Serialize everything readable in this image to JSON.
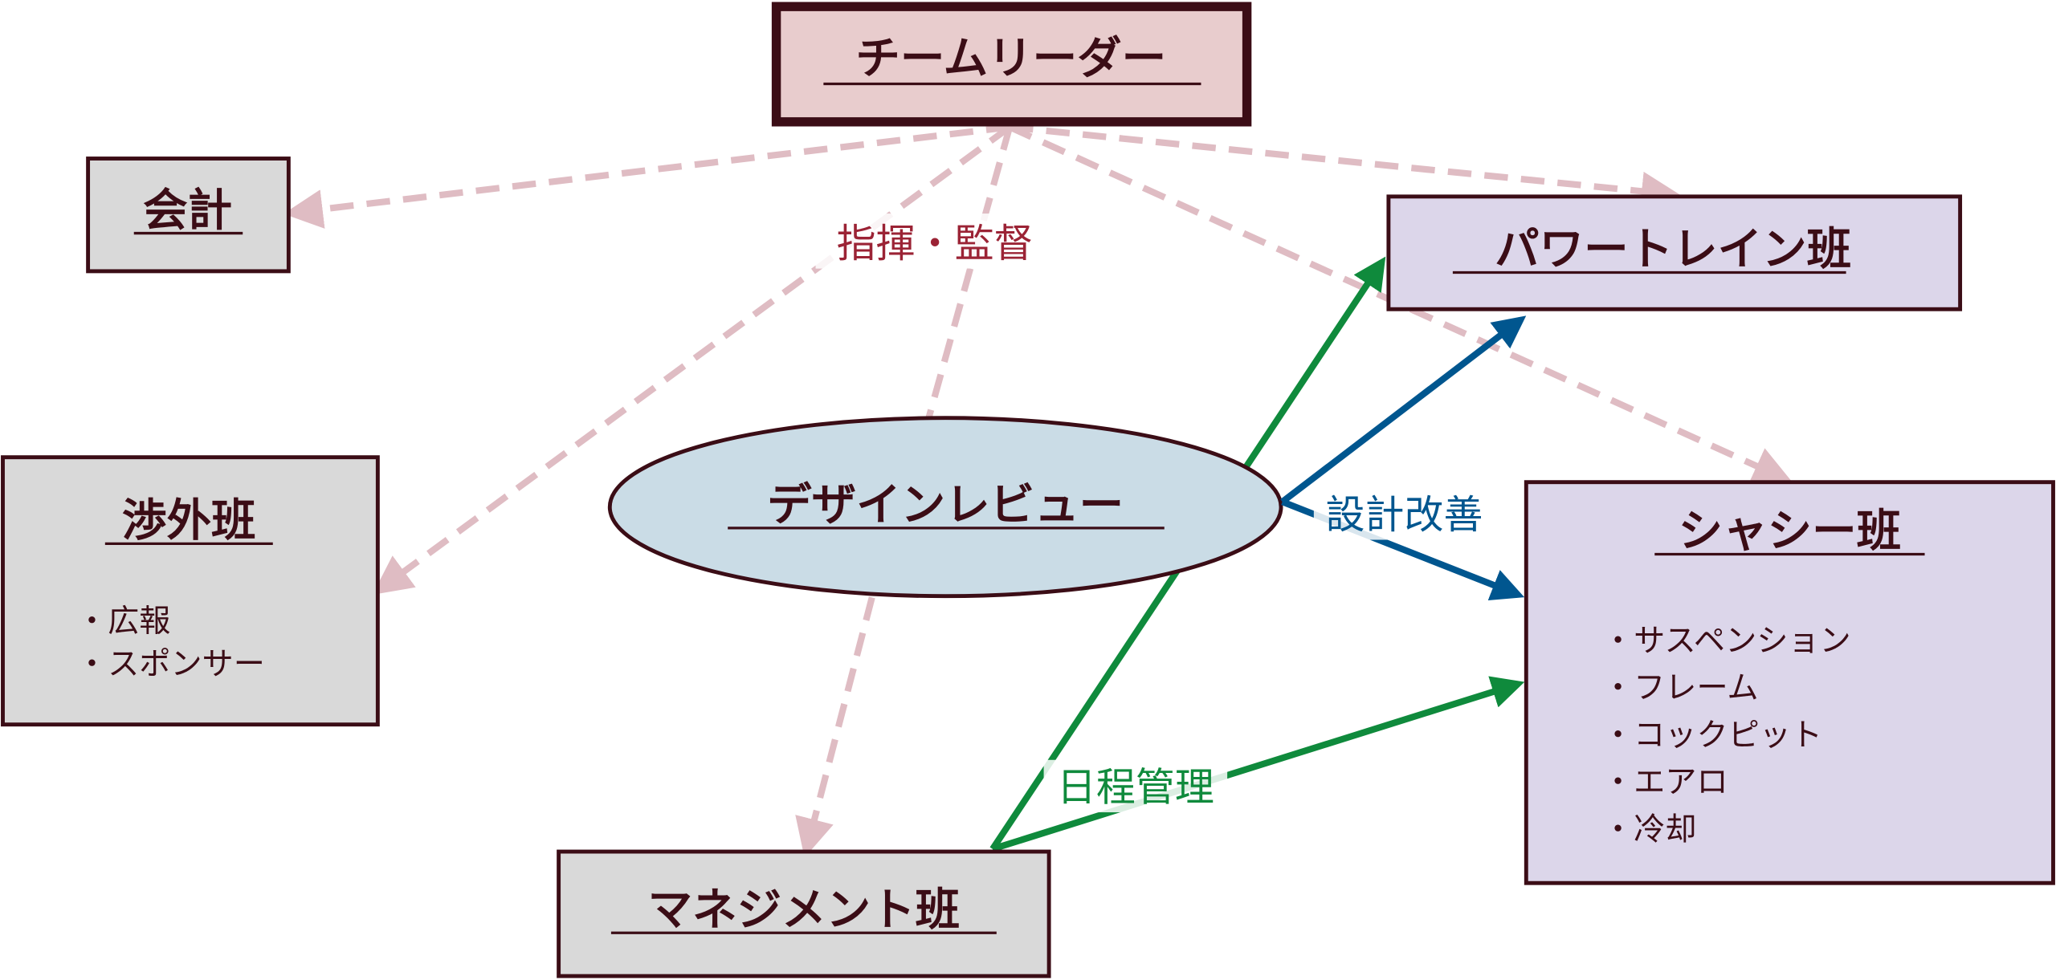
{
  "nodes": {
    "leader": {
      "title": "チームリーダー"
    },
    "accounting": {
      "title": "会計"
    },
    "powertrain": {
      "title": "パワートレイン班"
    },
    "external": {
      "title": "渉外班",
      "items": [
        "・広報",
        "・スポンサー"
      ]
    },
    "chassis": {
      "title": "シャシー班",
      "items": [
        "・サスペンション",
        "・フレーム",
        "・コックピット",
        "・エアロ",
        "・冷却"
      ]
    },
    "management": {
      "title": "マネジメント班"
    },
    "design_review": {
      "title": "デザインレビュー"
    }
  },
  "edge_labels": {
    "supervise": "指揮・監督",
    "design_improve": "設計改善",
    "schedule": "日程管理"
  },
  "colors": {
    "dark": "#3b0d16",
    "supervise": "#9b2335",
    "dash": "#dfbcc3",
    "blue": "#00568f",
    "green": "#0f8a3c",
    "leader_fill": "#e8cccd",
    "gray_fill": "#d9d9d9",
    "purple_fill": "#dcd6ea",
    "ellipse_fill": "#cadce6"
  }
}
